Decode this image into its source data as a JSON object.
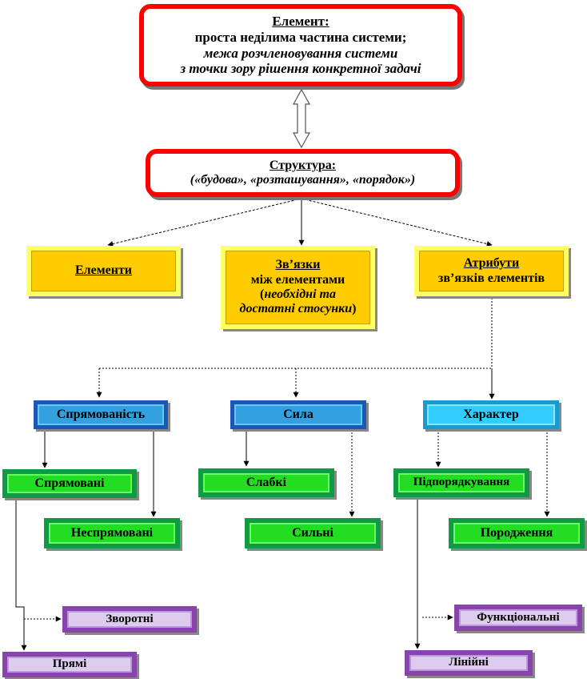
{
  "element_box": {
    "title": "Елемент:",
    "line1": "проста неділима частина системи;",
    "line2": "межа розчленовування системи",
    "line3": "з точки зору рішення конкретної задачі"
  },
  "structure_box": {
    "title": "Структура:",
    "subtitle": "(«будова», «розташування», «порядок»)"
  },
  "elements_box": {
    "label": "Елементи"
  },
  "links_box": {
    "title": "Зв’язки",
    "line1": "між елементами",
    "open_paren": "(",
    "line2": "необхідні та",
    "line3": "достатні стосунки",
    "close_paren": ")"
  },
  "attributes_box": {
    "title": "Атрибути",
    "line1": "зв’язків елементів"
  },
  "directedness": {
    "label": "Спрямованість",
    "directed": "Спрямовані",
    "undirected": "Неспрямовані",
    "reverse": "Зворотні",
    "direct": "Прямі"
  },
  "strength": {
    "label": "Сила",
    "weak": "Слабкі",
    "strong": "Сильні"
  },
  "character": {
    "label": "Характер",
    "subordination": "Підпорядкування",
    "generation": "Породження",
    "functional": "Функціональні",
    "linear": "Лінійні"
  }
}
